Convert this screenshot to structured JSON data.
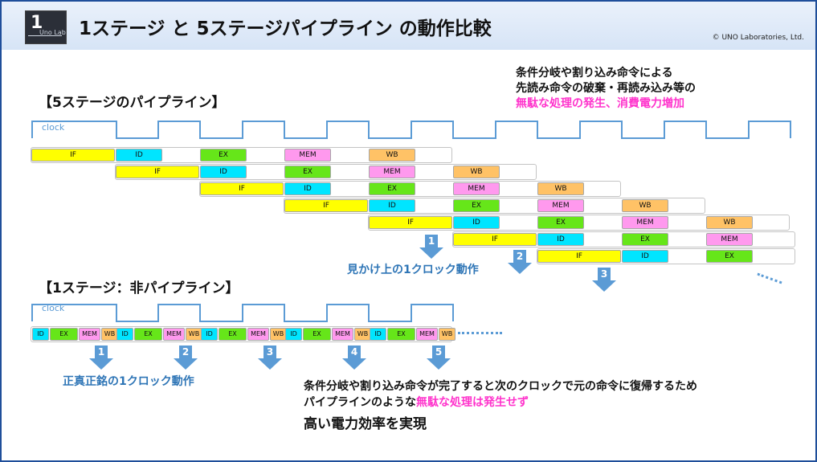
{
  "header": {
    "title": "1ステージ と 5ステージパイプライン の動作比較",
    "copyright": "© UNO Laboratories, Ltd.",
    "logo_text": "1",
    "logo_sub": "Uno Lab"
  },
  "note_top": {
    "line1": "条件分岐や割り込み命令による",
    "line2": "先読み命令の破棄・再読み込み等の",
    "line3": "無駄な処理の発生、消費電力増加"
  },
  "five_stage": {
    "heading": "【5ステージのパイプライン】",
    "clock_label": "clock",
    "caption": "見かけ上の1クロック動作",
    "stages": [
      "IF",
      "ID",
      "EX",
      "MEM",
      "WB"
    ],
    "arrows": [
      "1",
      "2",
      "3"
    ]
  },
  "one_stage": {
    "heading": "【1ステージ：非パイプライン】",
    "clock_label": "clock",
    "caption": "正真正銘の1クロック動作",
    "stages": [
      "ID",
      "EX",
      "MEM",
      "WB"
    ],
    "arrows": [
      "1",
      "2",
      "3",
      "4",
      "5"
    ]
  },
  "note_bottom": {
    "line1": "条件分岐や割り込み命令が完了すると次のクロックで元の命令に復帰するため",
    "line2_a": "パイプラインのような",
    "line2_b": "無駄な処理は発生せず",
    "line3": "高い電力効率を実現"
  },
  "colors": {
    "IF": "#ffff00",
    "ID": "#00e5ff",
    "EX": "#66e619",
    "MEM": "#ff99ee",
    "WB": "#ffc266",
    "accent": "#5b9bd5",
    "highlight": "#ff33cc"
  }
}
